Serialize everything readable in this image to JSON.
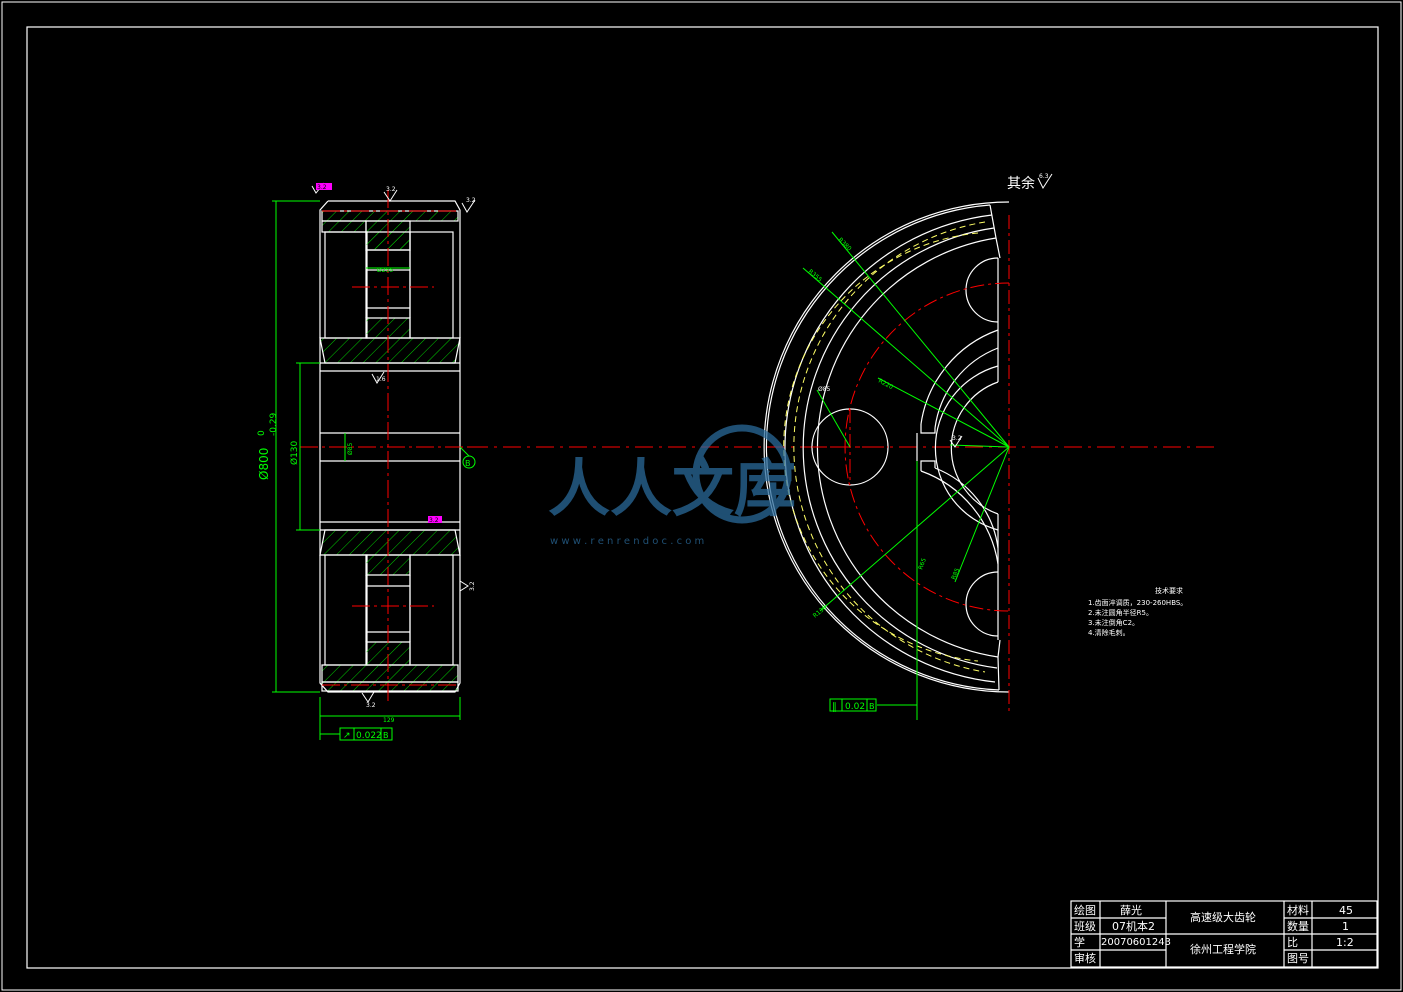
{
  "surface_finish": {
    "rest_label": "其余",
    "rest_value": "6.3"
  },
  "left_view": {
    "finish_top_left": "3.2",
    "finish_top_center": "3.2",
    "finish_top_right": "3.2",
    "finish_mid_right": "3.2",
    "finish_bore": "1.6",
    "finish_side": "3.2",
    "finish_bottom": "3.2",
    "dim_outer_diameter_main": "Ø800",
    "dim_outer_diameter_upper": "0",
    "dim_outer_diameter_lower": "-0.29",
    "dim_hub_diameter": "Ø130",
    "dim_bore": "Ø85",
    "dim_hole": "Ø255",
    "dim_width": "129",
    "datum_label": "B",
    "runout_value": "0.022",
    "runout_datum": "B"
  },
  "right_view": {
    "dim_r1": "R380",
    "dim_r2": "R355",
    "dim_r3": "R220",
    "dim_r4": "R130",
    "dim_r5": "R85",
    "dim_r6": "R65",
    "dim_hole": "Ø85",
    "finish_keyway": "3.2",
    "parallel_value": "0.02",
    "parallel_datum": "B"
  },
  "tech_requirements": {
    "title": "技术要求",
    "items": [
      "1.齿面淬调质，230-260HBS。",
      "2.未注圆角半径R5。",
      "3.未注倒角C2。",
      "4.清除毛刺。"
    ]
  },
  "title_block": {
    "drawn_label": "绘图",
    "drawn_value": "薛光",
    "class_label": "班级",
    "class_value": "07机本2",
    "id_label": "学",
    "id_value": "20070601243",
    "review_label": "审核",
    "part_name": "高速级大齿轮",
    "school": "徐州工程学院",
    "material_label": "材料",
    "material_value": "45",
    "quantity_label": "数量",
    "quantity_value": "1",
    "scale_label": "比",
    "scale_value": "1:2",
    "drawing_no_label": "图号",
    "drawing_no_value": ""
  },
  "watermark": {
    "text": "人人文库",
    "url": "w w w . r e n r e n d o c . c o m"
  },
  "colors": {
    "background": "#000000",
    "outline": "#ffffff",
    "centerline": "#ff0000",
    "dimension": "#00ff00",
    "hatch": "#00ff00",
    "highlight": "#ff00ff",
    "hidden": "#ffff66",
    "watermark": "#2a6a9a"
  }
}
